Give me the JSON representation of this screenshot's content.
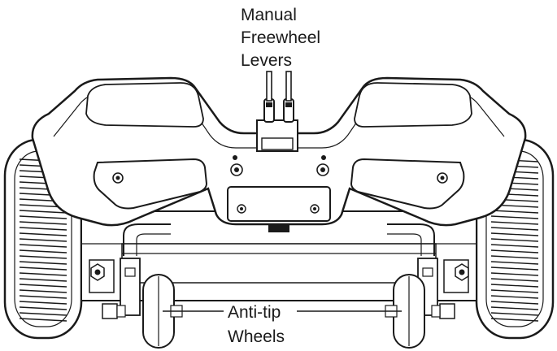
{
  "labels": {
    "freewheel_line1": "Manual",
    "freewheel_line2": "Freewheel",
    "freewheel_line3": "Levers",
    "antitip_line1": "Anti-tip",
    "antitip_line2": "Wheels"
  },
  "colors": {
    "ink": "#1a1a1a",
    "background": "#ffffff"
  }
}
